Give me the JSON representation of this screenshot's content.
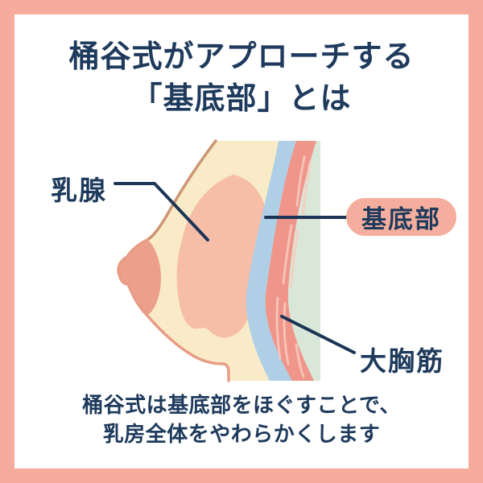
{
  "frame": {
    "border_color": "#F6AC9D",
    "background": "#FFFFFF"
  },
  "title": {
    "line1": "桶谷式がアプローチする",
    "line2": "「基底部」とは",
    "color": "#1E3A5C"
  },
  "diagram": {
    "labels": {
      "mammary_gland": "乳腺",
      "pectoral_muscle": "大胸筋"
    },
    "badge": {
      "text": "基底部",
      "bg": "#F5AE9E",
      "text_color": "#1E3A5C"
    },
    "colors": {
      "skin": "#FAEBC8",
      "skin_outline_top": "#CC9672",
      "skin_outline_bottom": "#E89C85",
      "gland": "#F6BDA7",
      "areola": "#ECA08B",
      "base_layer_blue": "#AECFE6",
      "muscle": "#F0958A",
      "muscle_streak": "#F8CCBE",
      "chest_bg_green": "#D8E7D8",
      "pointer_line": "#1C3557"
    }
  },
  "footer": {
    "line1": "桶谷式は基底部をほぐすことで、",
    "line2": "乳房全体をやわらかくします"
  }
}
